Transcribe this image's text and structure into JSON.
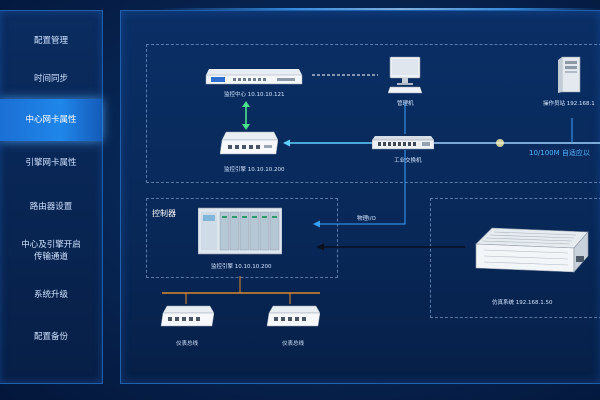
{
  "sidebar": {
    "items": [
      {
        "label": "配置管理"
      },
      {
        "label": "时间同步"
      },
      {
        "label": "中心网卡属性",
        "active": true
      },
      {
        "label": "引擎网卡属性"
      },
      {
        "label": "路由器设置"
      },
      {
        "label": "中心及引擎开启传输通道"
      },
      {
        "label": "系统升级"
      },
      {
        "label": "配置备份"
      }
    ]
  },
  "diagram": {
    "monitor_center": "监控中心 10.10.10.121",
    "monitor_engine_top": "监控引擎 10.10.10.200",
    "mgmt_pc": "管理机",
    "operator_station": "操作员站 192.168.1",
    "industrial_switch": "工业交换机",
    "link_speed": "10/100M 自适应以",
    "physical_io": "物理I/O",
    "controller_title": "控制器",
    "monitor_engine_ctrl": "监控引擎 10.10.10.200",
    "sim_system": "仿真系统 192.168.1.50",
    "instrument_left": "仪表总线",
    "instrument_right": "仪表总线"
  },
  "colors": {
    "accent": "#1f86ea",
    "link_blue": "#4fb3ff",
    "sync_green": "#4be08a",
    "bus_orange": "#d98a2b"
  }
}
